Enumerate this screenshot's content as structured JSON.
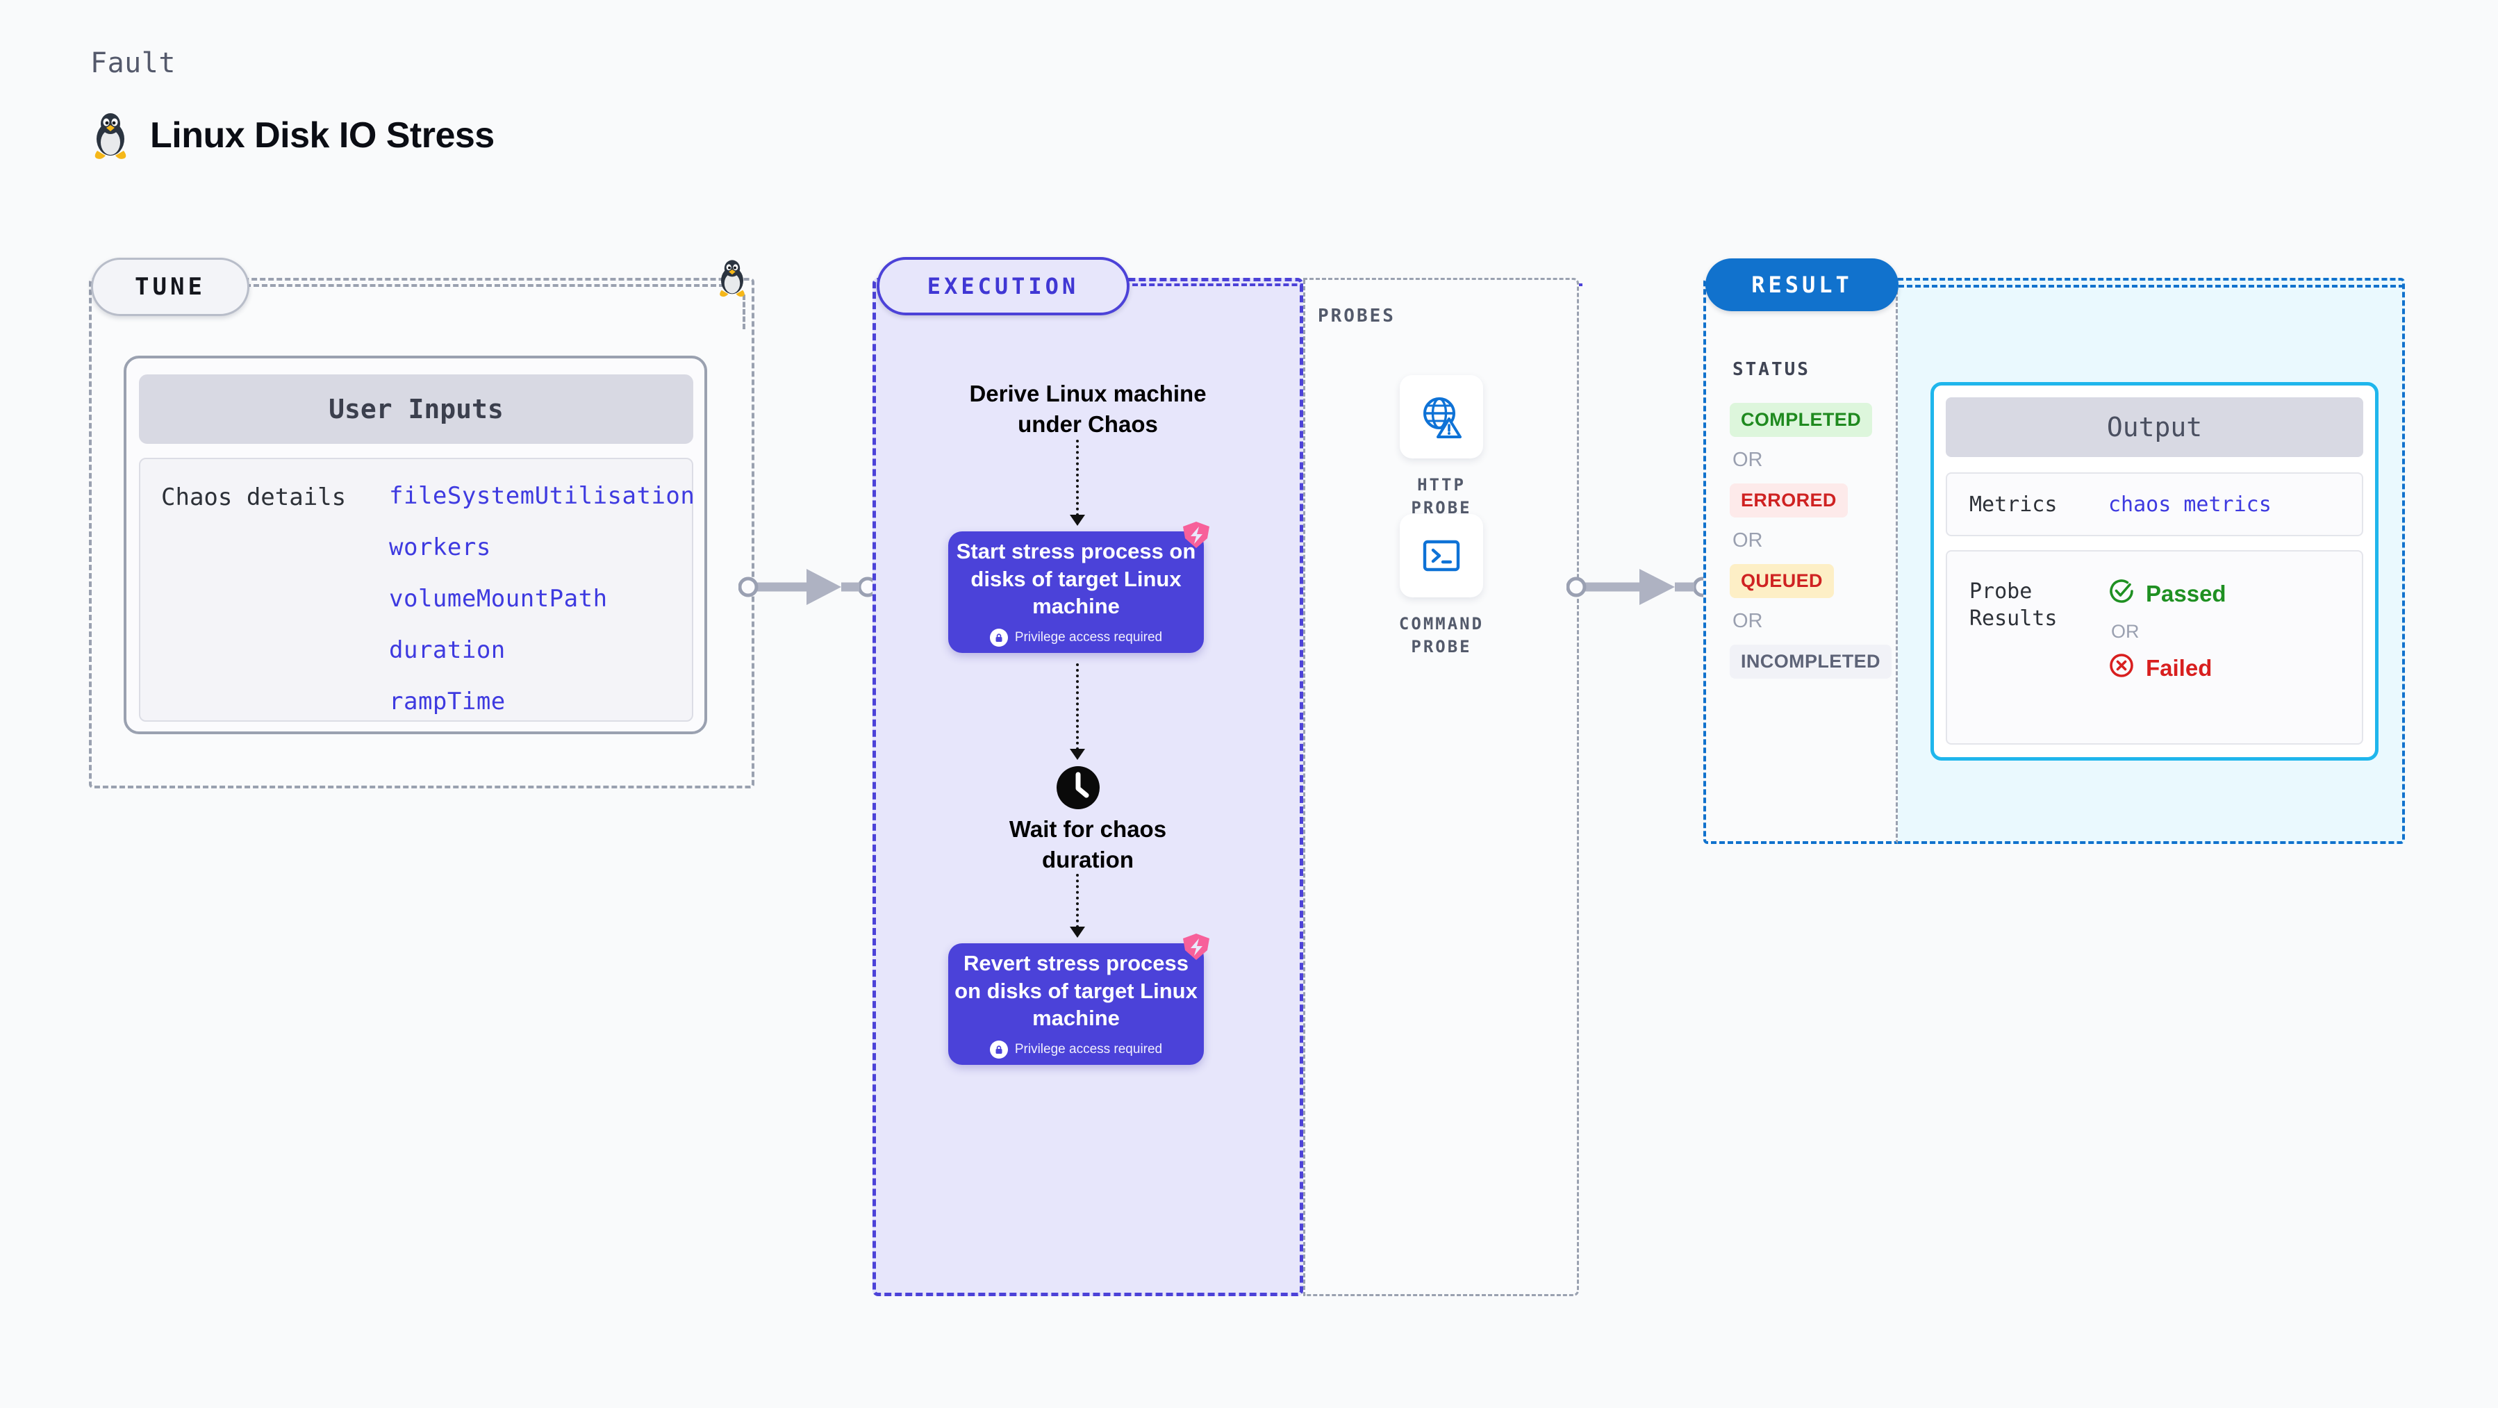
{
  "header": {
    "fault_label": "Fault",
    "title": "Linux Disk IO Stress",
    "os_icon": "linux-tux-icon"
  },
  "tune": {
    "pill_label": "TUNE",
    "os_icon": "linux-tux-icon",
    "card": {
      "header": "User Inputs",
      "group_label": "Chaos details",
      "parameters": [
        "fileSystemUtilisation",
        "workers",
        "volumeMountPath",
        "duration",
        "rampTime"
      ]
    }
  },
  "execution": {
    "pill_label": "EXECUTION",
    "derive_step": "Derive Linux machine\nunder Chaos",
    "steps": [
      {
        "title": "Start stress process on disks of target Linux machine",
        "privilege_note": "Privilege access required",
        "badge": "chaos-fault-icon"
      },
      {
        "title": "Revert stress process on disks of target Linux machine",
        "privilege_note": "Privilege access required",
        "badge": "chaos-fault-icon"
      }
    ],
    "wait_step": {
      "icon": "clock-icon",
      "label": "Wait for chaos\nduration"
    }
  },
  "probes": {
    "label": "PROBES",
    "items": [
      {
        "icon": "globe-warning-icon",
        "caption": "HTTP PROBE"
      },
      {
        "icon": "terminal-prompt-icon",
        "caption": "COMMAND PROBE"
      }
    ]
  },
  "result": {
    "pill_label": "RESULT",
    "status_label": "STATUS",
    "or_label": "OR",
    "statuses": [
      {
        "label": "COMPLETED",
        "fg": "#1f8a1f",
        "bg": "#ddf6dc"
      },
      {
        "label": "ERRORED",
        "fg": "#cf2222",
        "bg": "#fdeaea"
      },
      {
        "label": "QUEUED",
        "fg": "#cf2222",
        "bg": "#fdefc6"
      },
      {
        "label": "INCOMPLETED",
        "fg": "#5d6377",
        "bg": "#f1f2f7"
      }
    ],
    "output": {
      "header": "Output",
      "metrics_key": "Metrics",
      "metrics_value": "chaos metrics",
      "probe_results_key": "Probe\nResults",
      "passed_label": "Passed",
      "failed_label": "Failed",
      "or_label": "OR",
      "passed_icon": "check-circle-icon",
      "failed_icon": "x-circle-icon"
    }
  },
  "colors": {
    "execution_accent": "#4b42d9",
    "result_accent": "#1172cd",
    "output_border": "#1fb6ec",
    "param_text": "#3e3ae0",
    "chaos_badge": "#f7609a",
    "tune_border": "#9aa1b0"
  },
  "connectors": {
    "tune_to_execution": "arrow-right",
    "probes_to_result": "arrow-right"
  }
}
